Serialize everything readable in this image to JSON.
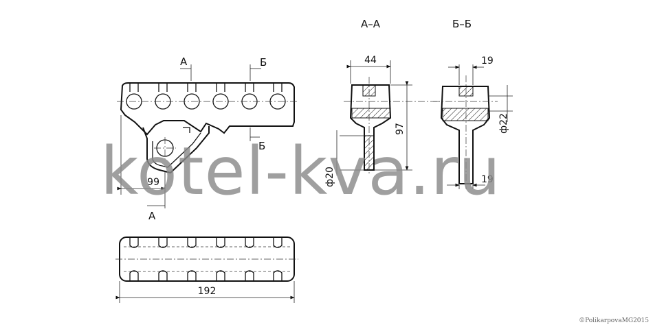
{
  "sections": {
    "aa": "А–А",
    "bb": "Б–Б"
  },
  "cut_marks": {
    "a_top": "А",
    "b_top": "Б",
    "b_mid": "Б",
    "a_bottom": "А"
  },
  "dimensions": {
    "d99": "99",
    "d192": "192",
    "d44": "44",
    "d19_top": "19",
    "d97": "97",
    "d22": "ф22",
    "d20": "ф20",
    "d19_bottom": "19"
  },
  "watermark": "kotel-kva.ru",
  "copyright": "©PolikarpovaMG2015"
}
